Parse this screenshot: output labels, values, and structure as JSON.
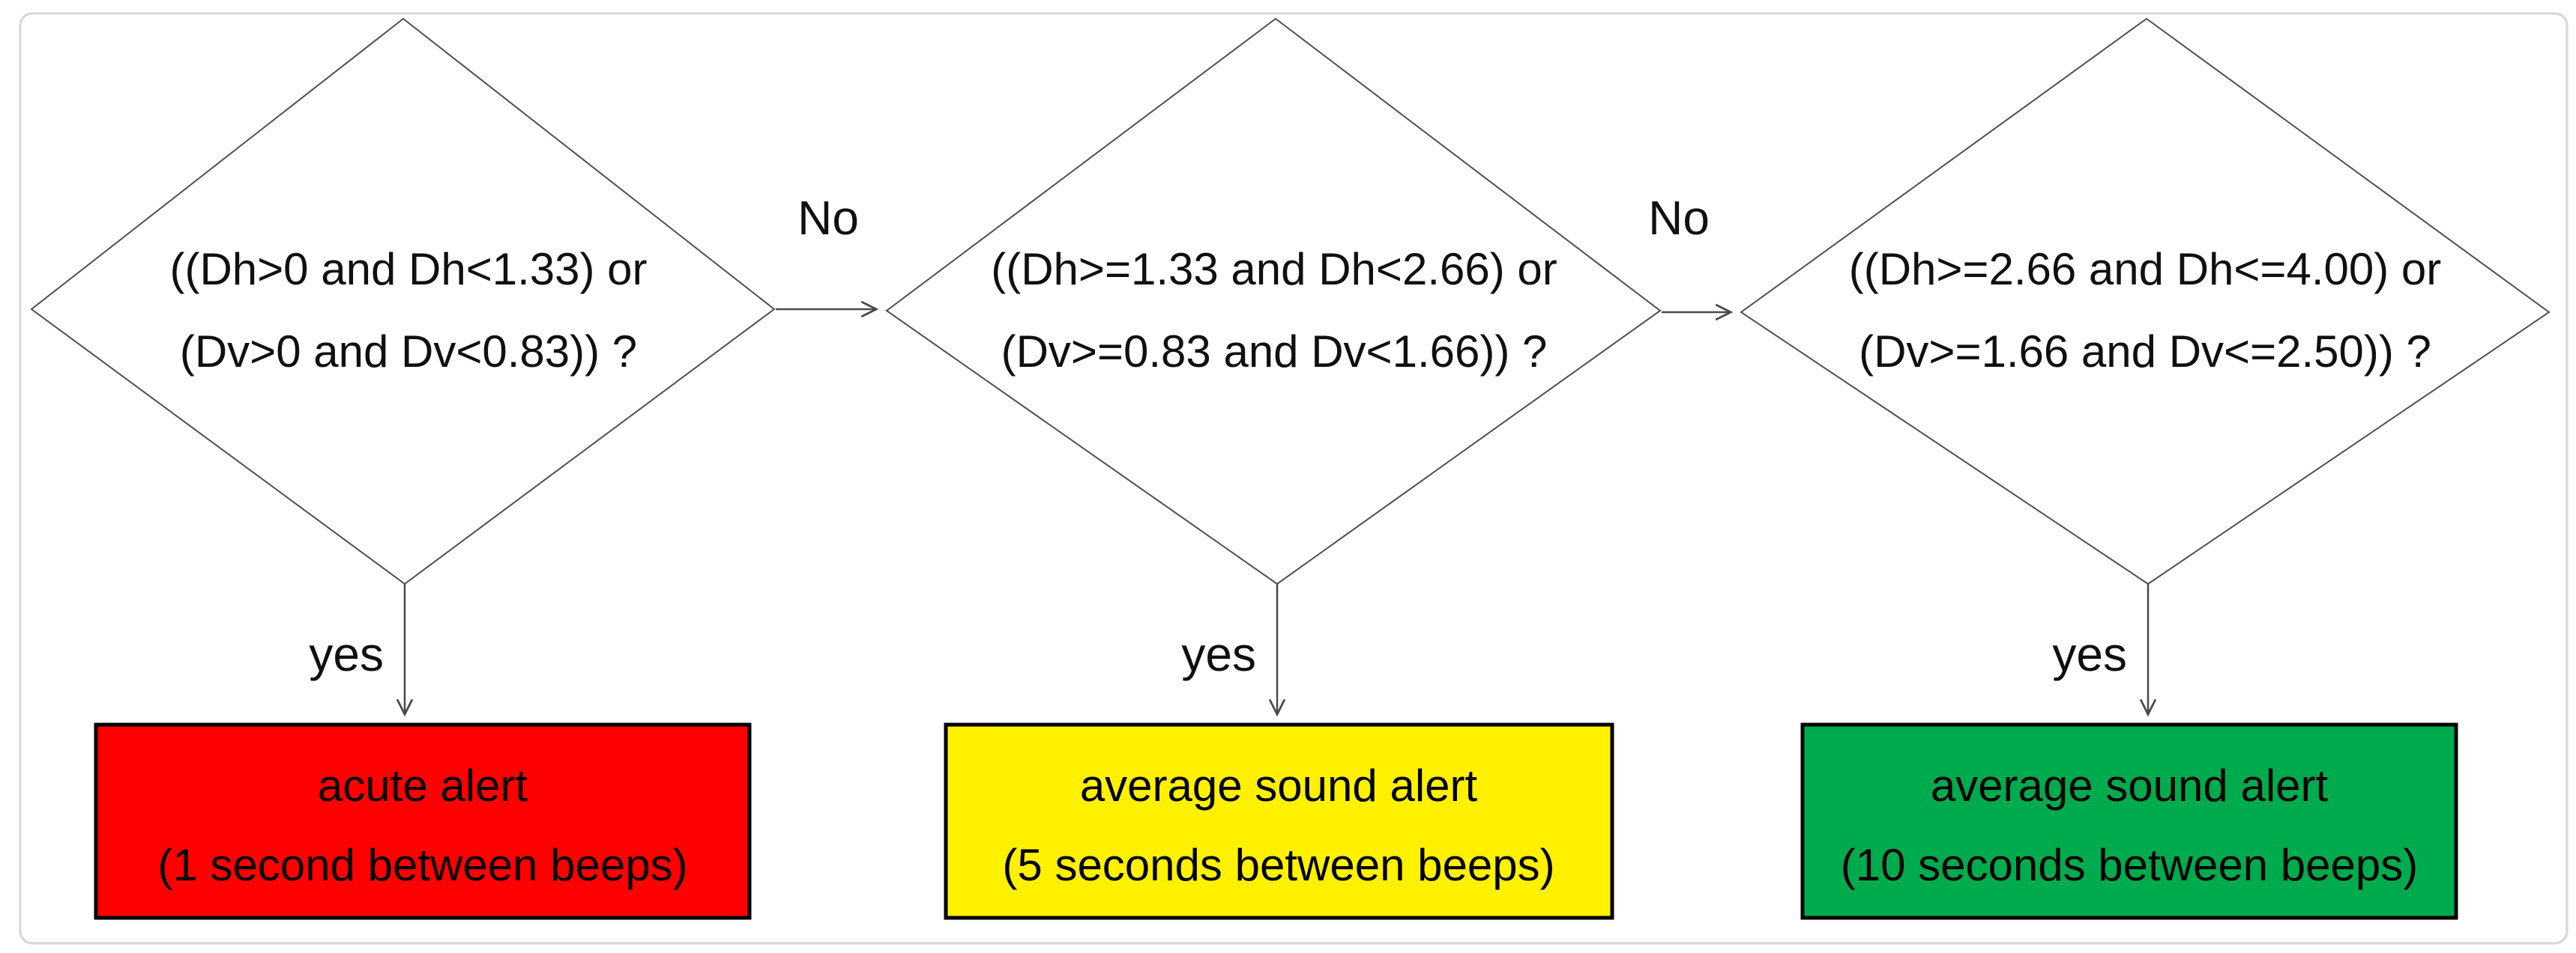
{
  "flowchart": {
    "decisions": [
      {
        "condition_line1": "((Dh>0 and Dh<1.33) or",
        "condition_line2": "(Dv>0 and Dv<0.83)) ?",
        "no_label": "No",
        "yes_label": "yes"
      },
      {
        "condition_line1": "((Dh>=1.33 and Dh<2.66) or",
        "condition_line2": "(Dv>=0.83 and Dv<1.66)) ?",
        "no_label": "No",
        "yes_label": "yes"
      },
      {
        "condition_line1": "((Dh>=2.66 and Dh<=4.00) or",
        "condition_line2": "(Dv>=1.66 and Dv<=2.50)) ?",
        "yes_label": "yes"
      }
    ],
    "outcomes": [
      {
        "line1": "acute alert",
        "line2": "(1 second between beeps)",
        "fill": "#ff0000"
      },
      {
        "line1": "average sound alert",
        "line2": "(5 seconds between beeps)",
        "fill": "#fff100"
      },
      {
        "line1": "average sound alert",
        "line2": "(10 seconds between beeps)",
        "fill": "#00ab4e"
      }
    ],
    "colors": {
      "acute": "#ff0000",
      "average_5s": "#fff100",
      "average_10s": "#00ab4e",
      "line": "#4a4a4a",
      "canvas_border": "#d6d6d6"
    }
  }
}
